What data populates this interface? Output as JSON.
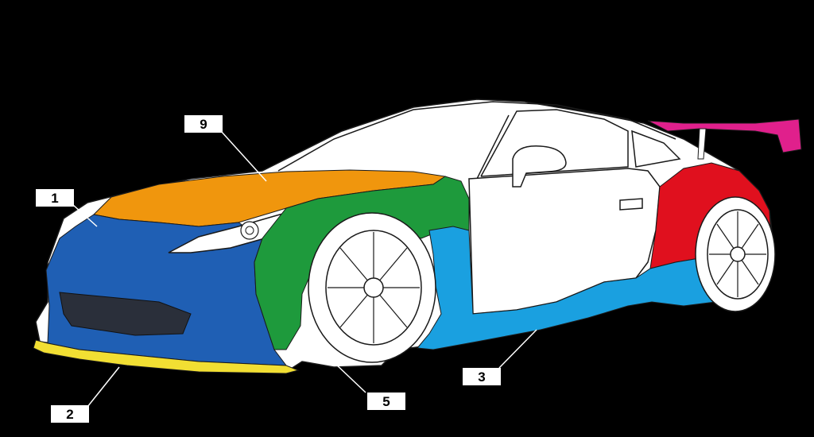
{
  "diagram": {
    "parts": [
      {
        "id": "front-bumper",
        "number": "1",
        "color": "#1f5fb4"
      },
      {
        "id": "front-lip",
        "number": "2",
        "color": "#f2df33"
      },
      {
        "id": "side-skirt",
        "number": "3",
        "color": "#1aa0e0"
      },
      {
        "id": "front-fender",
        "number": "5",
        "color": "#1e9a3c"
      },
      {
        "id": "hood",
        "number": "9",
        "color": "#f0960d"
      },
      {
        "id": "rear-fender",
        "number": "",
        "color": "#e0101e"
      },
      {
        "id": "rear-wing",
        "number": "",
        "color": "#e0208c"
      }
    ],
    "colors": {
      "background": "#000000",
      "body": "#ffffff",
      "outline": "#1a1a1a",
      "label_box": "#ffffff"
    }
  }
}
